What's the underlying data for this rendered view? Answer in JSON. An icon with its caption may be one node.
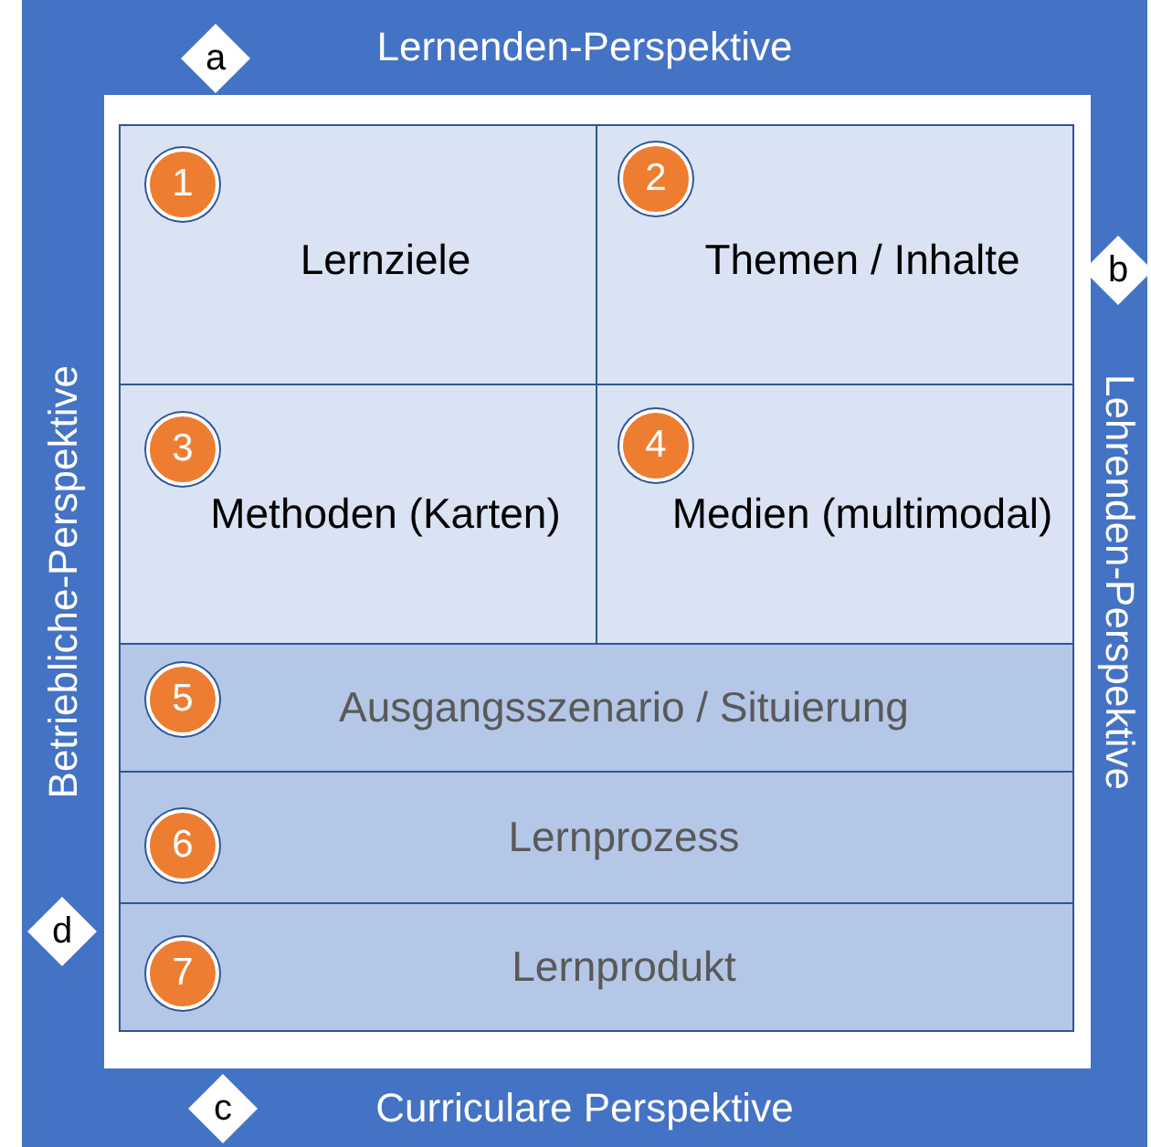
{
  "diagram": {
    "nodes": [
      {
        "text": [
          "Lernenden-Perspektive"
        ]
      },
      {
        "text": [
          "a"
        ],
        "in": 0
      },
      {
        "text": [
          "Lehrenden-Perspektive"
        ]
      },
      {
        "text": [
          "b"
        ]
      },
      {
        "text": [
          "Curriculare Perspektive"
        ]
      },
      {
        "text": [
          "c"
        ],
        "in": 4
      },
      {
        "text": [
          "Betriebliche-Perspektive"
        ]
      },
      {
        "text": [
          "d"
        ],
        "in": 6
      },
      {
        "text": [
          "Lernziele"
        ]
      },
      {
        "text": [
          "1"
        ],
        "in": 8
      },
      {
        "text": [
          "Themen / Inhalte"
        ]
      },
      {
        "text": [
          "2"
        ],
        "in": 10
      },
      {
        "text": [
          "Methoden (Karten)"
        ]
      },
      {
        "text": [
          "3"
        ],
        "in": 12
      },
      {
        "text": [
          "Medien (multimodal)"
        ]
      },
      {
        "text": [
          "4"
        ],
        "in": 14
      },
      {
        "text": [
          "Ausgangsszenario / Situierung"
        ]
      },
      {
        "text": [
          "5"
        ],
        "in": 16
      },
      {
        "text": [
          "Lernprozess"
        ]
      },
      {
        "text": [
          "6"
        ],
        "in": 18
      },
      {
        "text": [
          "Lernprodukt"
        ]
      },
      {
        "text": [
          "7"
        ],
        "in": 20
      }
    ]
  }
}
